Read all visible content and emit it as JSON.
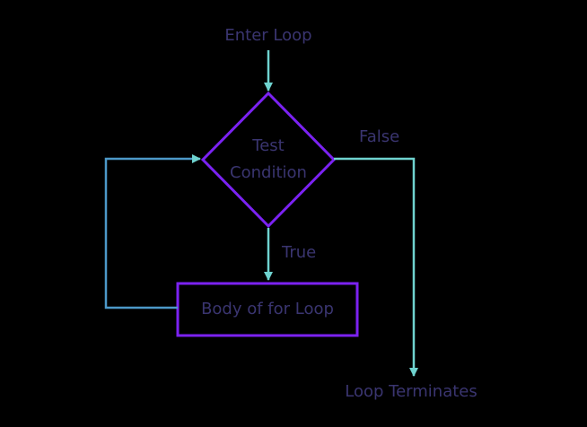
{
  "colors": {
    "background": "#000000",
    "text": "#3a3570",
    "shape_stroke": "#7b22f2",
    "arrow": "#6fd3cf",
    "loop_back_line": "#4c98c8"
  },
  "flowchart": {
    "entry_label": "Enter Loop",
    "condition_line1": "Test",
    "condition_line2": "Condition",
    "false_label": "False",
    "true_label": "True",
    "body_label": "Body of for Loop",
    "exit_label": "Loop Terminates"
  }
}
